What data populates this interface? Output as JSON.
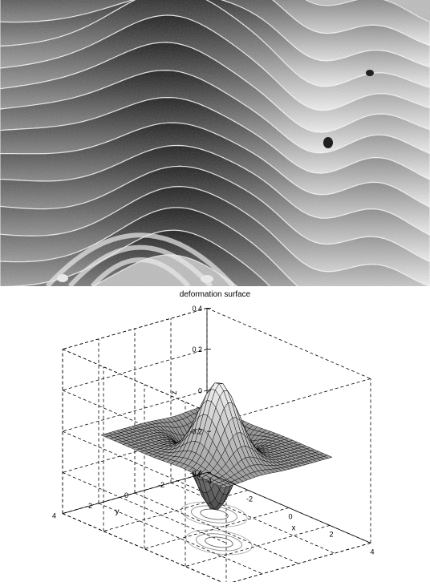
{
  "fringe_image": {
    "kind": "wrapped-phase fringe pattern",
    "colors": {
      "dark": "#101010",
      "light": "#f4f4f4",
      "noise": "#9a9a9a"
    }
  },
  "chart_data": {
    "type": "surface",
    "title": "deformation surface",
    "xlabel": "x",
    "ylabel": "y",
    "zlabel": "z",
    "xlim": [
      -4,
      4
    ],
    "ylim": [
      -4,
      4
    ],
    "zlim": [
      -0.4,
      0.4
    ],
    "x_ticks": [
      "-4",
      "-2",
      "0",
      "2",
      "4"
    ],
    "y_ticks": [
      "-4",
      "-2",
      "0",
      "2",
      "4"
    ],
    "z_ticks": [
      "-0.4",
      "-0.2",
      "0",
      "0.2",
      "0.4"
    ],
    "grid": true,
    "projected_contours": true,
    "surface_model": {
      "peaks": [
        {
          "x": 1.0,
          "y": 1.0,
          "z": 0.38
        },
        {
          "x": -1.0,
          "y": -1.0,
          "z": -0.38
        }
      ],
      "samples": [
        {
          "x": 0,
          "y": 0,
          "z": 0
        },
        {
          "x": 1,
          "y": 1,
          "z": 0.38
        },
        {
          "x": -1,
          "y": -1,
          "z": -0.38
        },
        {
          "x": 4,
          "y": 4,
          "z": 0
        },
        {
          "x": -4,
          "y": -4,
          "z": 0
        }
      ]
    },
    "colors": {
      "surface_dark": "#3a3a3a",
      "surface_light": "#f2f2f2",
      "edge": "#000000",
      "grid": "#000000",
      "contour": "#555555"
    }
  }
}
